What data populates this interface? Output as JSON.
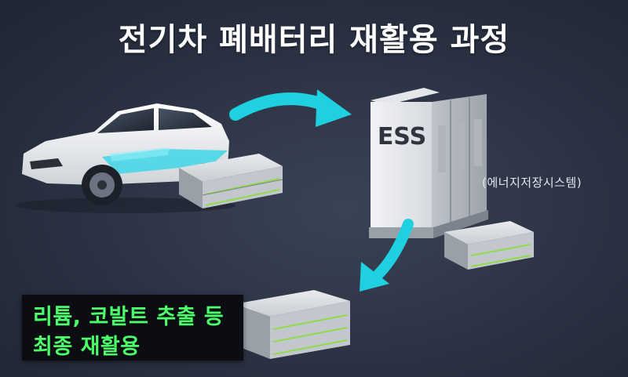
{
  "title": "전기차 폐배터리 재활용 과정",
  "ess": {
    "label": "ESS",
    "description": "(에너지저장시스템)"
  },
  "result": {
    "line1": "리튬, 코발트 추출 등",
    "line2": "최종 재활용"
  },
  "colors": {
    "arrow": "#1fd0e0",
    "result_text": "#4cff6a",
    "background": "#2a3142"
  }
}
